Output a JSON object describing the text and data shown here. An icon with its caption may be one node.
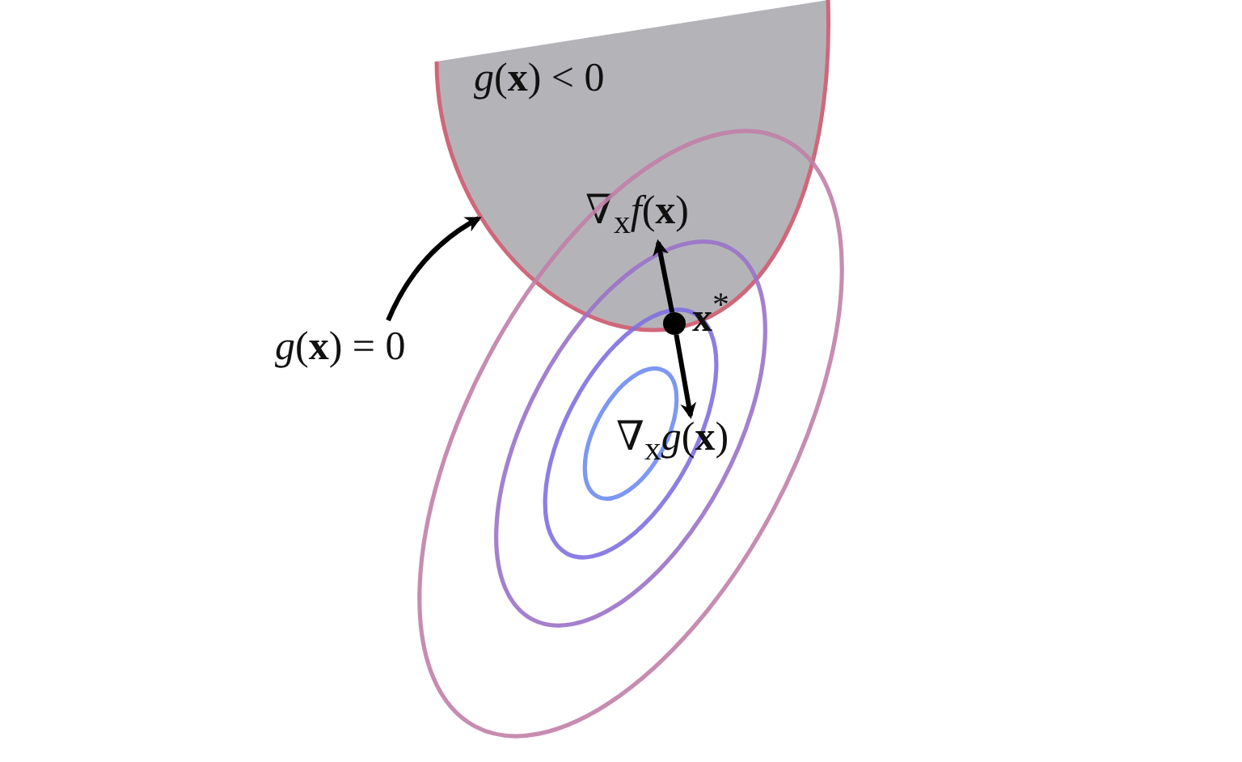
{
  "diagram": {
    "nodes": [
      {
        "text": [
          "*g*(**x**) < 0"
        ]
      },
      {
        "text": [
          "*g*(**x**) = 0"
        ]
      },
      {
        "text": [],
        "shape": "circle",
        "beside": [
          "**x**$^{*}$"
        ]
      },
      {
        "text": [
          "∇$_{x}$*f*(**x**)"
        ],
        "in": 0
      },
      {
        "text": [
          "∇$_{x}$*g*(**x**)"
        ]
      }
    ],
    "edges": [
      {
        "from": 1,
        "to": 0,
        "arrow": "to"
      },
      {
        "from": 2,
        "to": 3,
        "arrow": "to"
      },
      {
        "from": 2,
        "to": 4,
        "arrow": "to"
      }
    ]
  }
}
